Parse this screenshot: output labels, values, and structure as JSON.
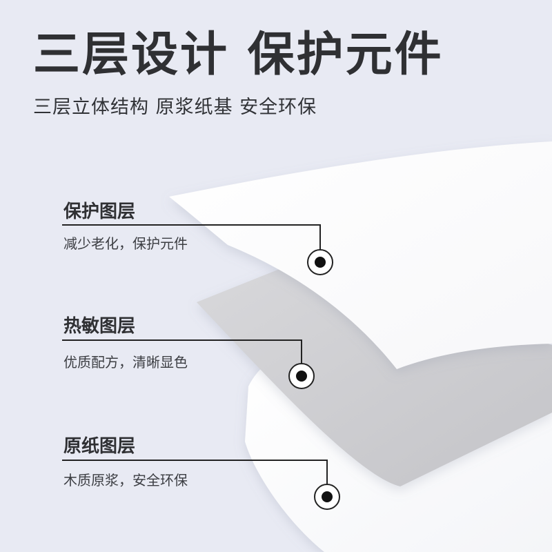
{
  "header": {
    "title": "三层设计 保护元件",
    "subtitle": "三层立体结构 原浆纸基 安全环保"
  },
  "layers": [
    {
      "title": "保护图层",
      "desc": "减少老化，保护元件"
    },
    {
      "title": "热敏图层",
      "desc": "优质配方，清晰显色"
    },
    {
      "title": "原纸图层",
      "desc": "木质原浆，安全环保"
    }
  ],
  "colors": {
    "background": "#e8eaf3",
    "paper_white": "#ffffff",
    "paper_gray": "#cfcfd1",
    "text_dark": "#2f3033",
    "marker": "#111111"
  }
}
